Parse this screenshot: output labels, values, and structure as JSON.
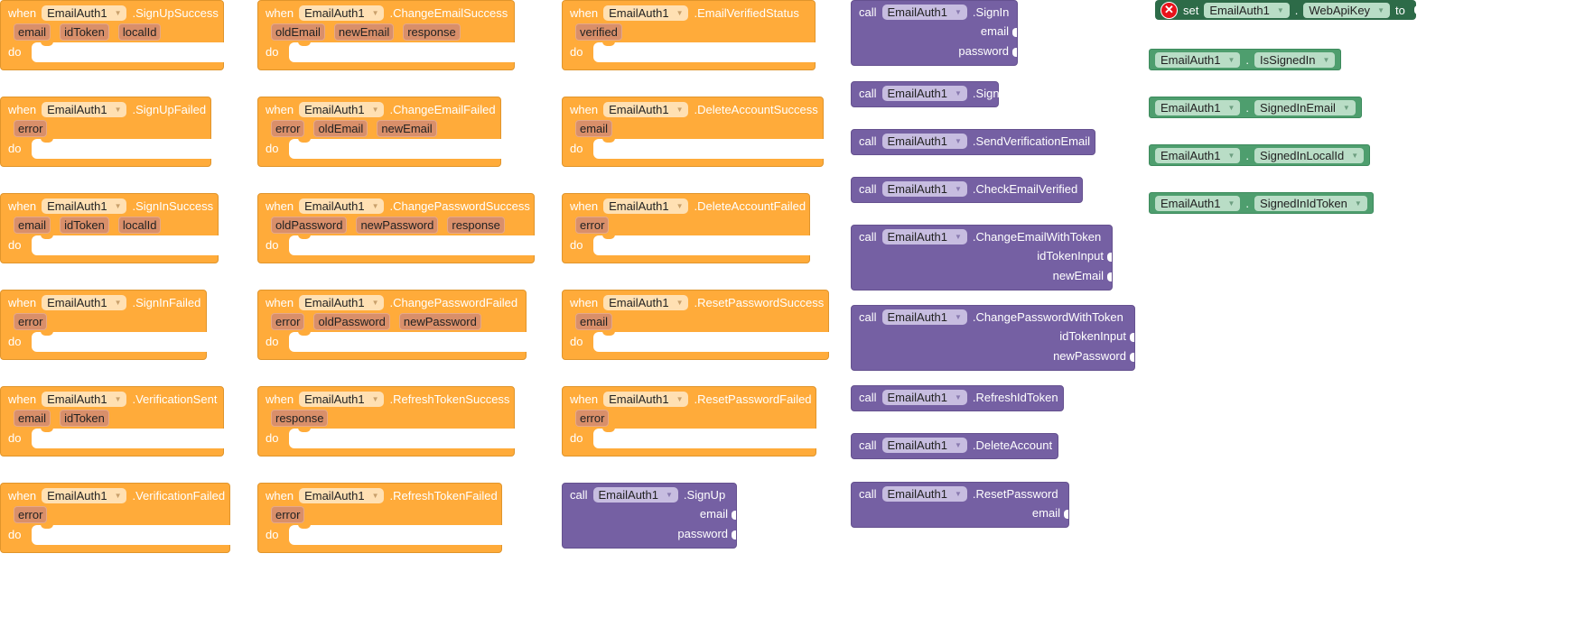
{
  "component": "EmailAuth1",
  "labels": {
    "when": "when",
    "do": "do",
    "call": "call",
    "set": "set",
    "to": "to",
    "dot": "."
  },
  "colors": {
    "event": "#FFAB3A",
    "method": "#7560A3",
    "setter": "#2D6B48",
    "getter": "#4E9E6E",
    "error": "#E8121B"
  },
  "events": [
    {
      "name": ".SignUpSuccess",
      "params": [
        "email",
        "idToken",
        "localId"
      ]
    },
    {
      "name": ".SignUpFailed",
      "params": [
        "error"
      ]
    },
    {
      "name": ".SignInSuccess",
      "params": [
        "email",
        "idToken",
        "localId"
      ]
    },
    {
      "name": ".SignInFailed",
      "params": [
        "error"
      ]
    },
    {
      "name": ".VerificationSent",
      "params": [
        "email",
        "idToken"
      ]
    },
    {
      "name": ".VerificationFailed",
      "params": [
        "error"
      ]
    },
    {
      "name": ".ChangeEmailSuccess",
      "params": [
        "oldEmail",
        "newEmail",
        "response"
      ]
    },
    {
      "name": ".ChangeEmailFailed",
      "params": [
        "error",
        "oldEmail",
        "newEmail"
      ]
    },
    {
      "name": ".ChangePasswordSuccess",
      "params": [
        "oldPassword",
        "newPassword",
        "response"
      ]
    },
    {
      "name": ".ChangePasswordFailed",
      "params": [
        "error",
        "oldPassword",
        "newPassword"
      ]
    },
    {
      "name": ".RefreshTokenSuccess",
      "params": [
        "response"
      ]
    },
    {
      "name": ".RefreshTokenFailed",
      "params": [
        "error"
      ]
    },
    {
      "name": ".EmailVerifiedStatus",
      "params": [
        "verified"
      ]
    },
    {
      "name": ".DeleteAccountSuccess",
      "params": [
        "email"
      ]
    },
    {
      "name": ".DeleteAccountFailed",
      "params": [
        "error"
      ]
    },
    {
      "name": ".ResetPasswordSuccess",
      "params": [
        "email"
      ]
    },
    {
      "name": ".ResetPasswordFailed",
      "params": [
        "error"
      ]
    }
  ],
  "methods": [
    {
      "name": ".SignUp",
      "args": [
        "email",
        "password"
      ]
    },
    {
      "name": ".SignIn",
      "args": [
        "email",
        "password"
      ]
    },
    {
      "name": ".SignOut",
      "args": []
    },
    {
      "name": ".SendVerificationEmail",
      "args": []
    },
    {
      "name": ".CheckEmailVerified",
      "args": []
    },
    {
      "name": ".ChangeEmailWithToken",
      "args": [
        "idTokenInput",
        "newEmail"
      ]
    },
    {
      "name": ".ChangePasswordWithToken",
      "args": [
        "idTokenInput",
        "newPassword"
      ]
    },
    {
      "name": ".RefreshIdToken",
      "args": []
    },
    {
      "name": ".DeleteAccount",
      "args": []
    },
    {
      "name": ".ResetPassword",
      "args": [
        "email"
      ]
    }
  ],
  "setter": {
    "property": "WebApiKey"
  },
  "getters": [
    "IsSignedIn",
    "SignedInEmail",
    "SignedInLocalId",
    "SignedInIdToken"
  ]
}
